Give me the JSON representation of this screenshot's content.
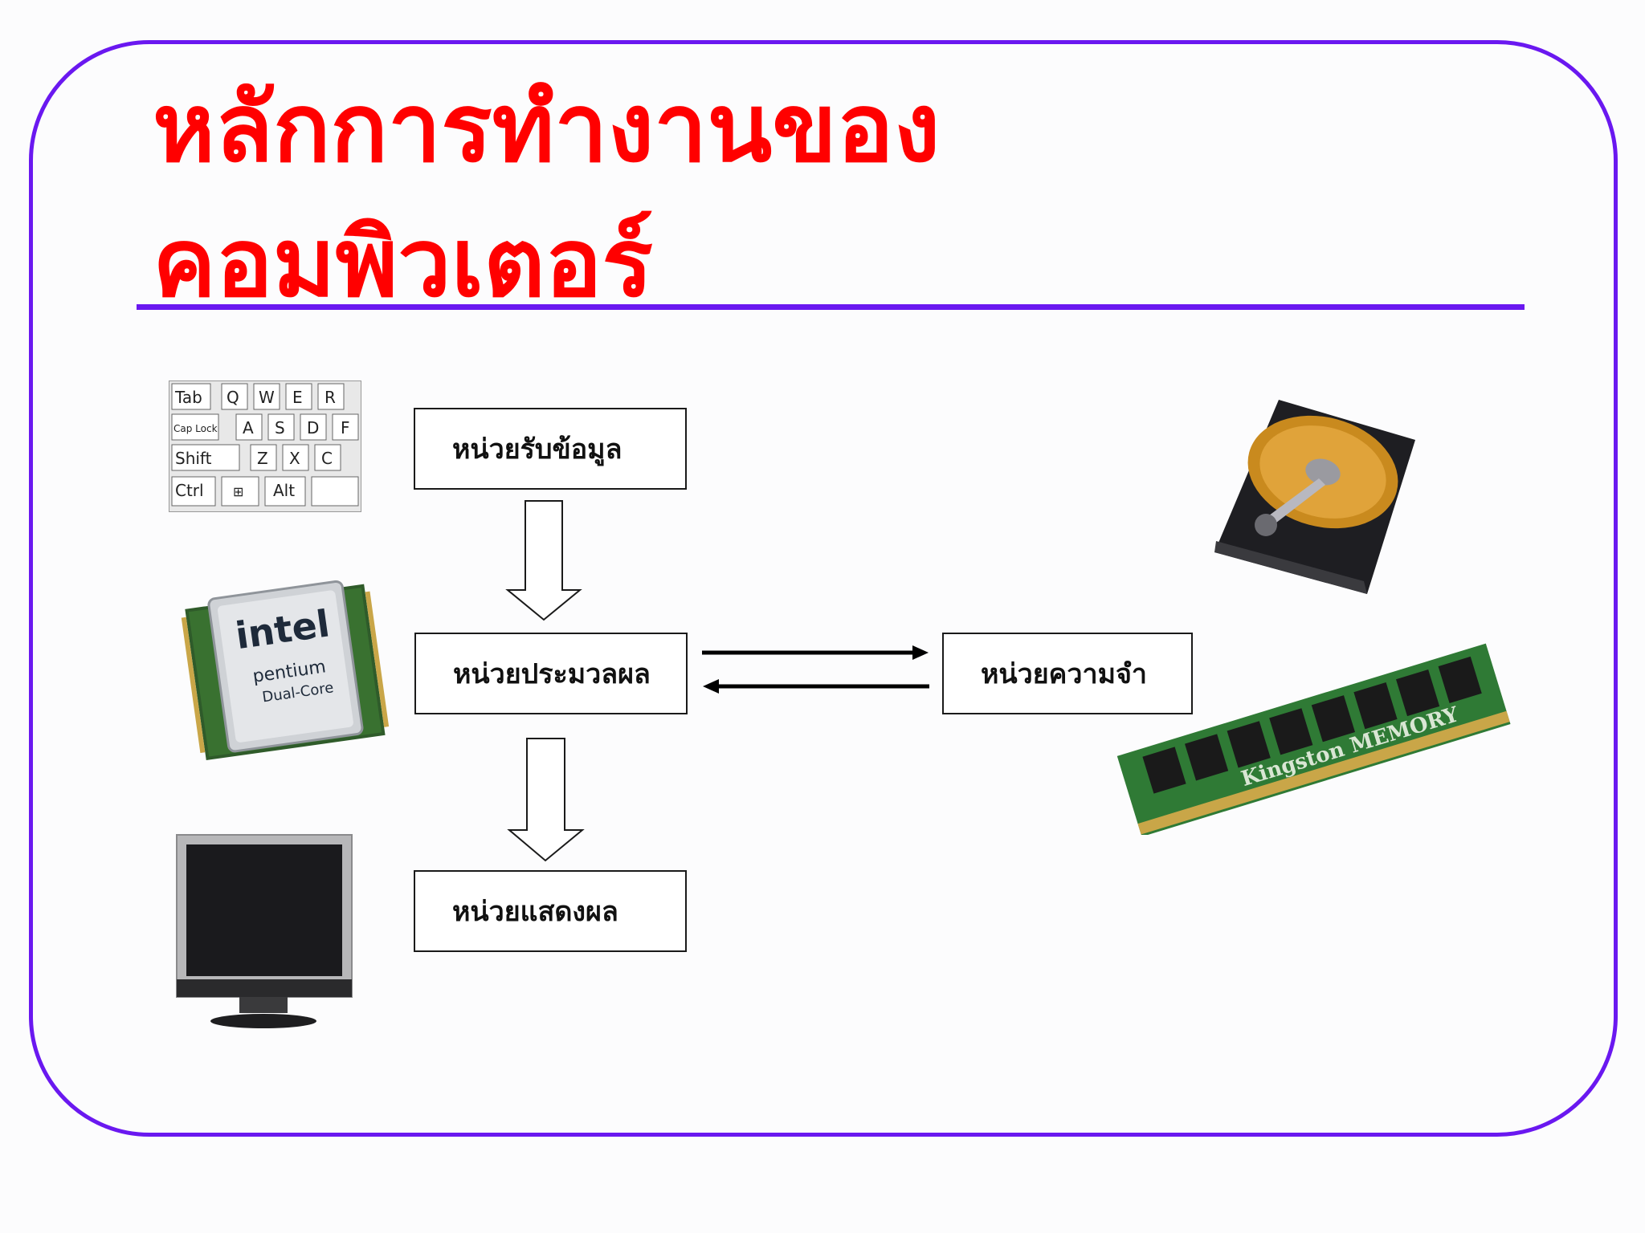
{
  "slide": {
    "title_line1": "หลักการทำงานของ",
    "title_line2": "คอมพิวเตอร์"
  },
  "diagram": {
    "input_unit": "หน่วยรับข้อมูล",
    "processing_unit": "หน่วยประมวลผล",
    "memory_unit": "หน่วยความจำ",
    "output_unit": "หน่วยแสดงผล"
  },
  "images": {
    "keyboard": {
      "icon": "keyboard-icon",
      "row1": [
        "Tab",
        "Q",
        "W",
        "E",
        "R"
      ],
      "row2": [
        "Cap Lock",
        "A",
        "S",
        "D",
        "F"
      ],
      "row3": [
        "Shift",
        "Z",
        "X",
        "C"
      ],
      "row4": [
        "Ctrl",
        "⊞",
        "Alt"
      ]
    },
    "cpu": {
      "icon": "cpu-icon",
      "brand": "intel",
      "model": "pentium",
      "variant": "Dual-Core"
    },
    "monitor": {
      "icon": "monitor-icon"
    },
    "hard_disk": {
      "icon": "hard-disk-icon"
    },
    "ram": {
      "icon": "ram-module-icon",
      "label": "Kingston MEMORY"
    }
  },
  "colors": {
    "title": "#ff0000",
    "frame": "#6a18f0",
    "box_border": "#1a1a1a"
  }
}
